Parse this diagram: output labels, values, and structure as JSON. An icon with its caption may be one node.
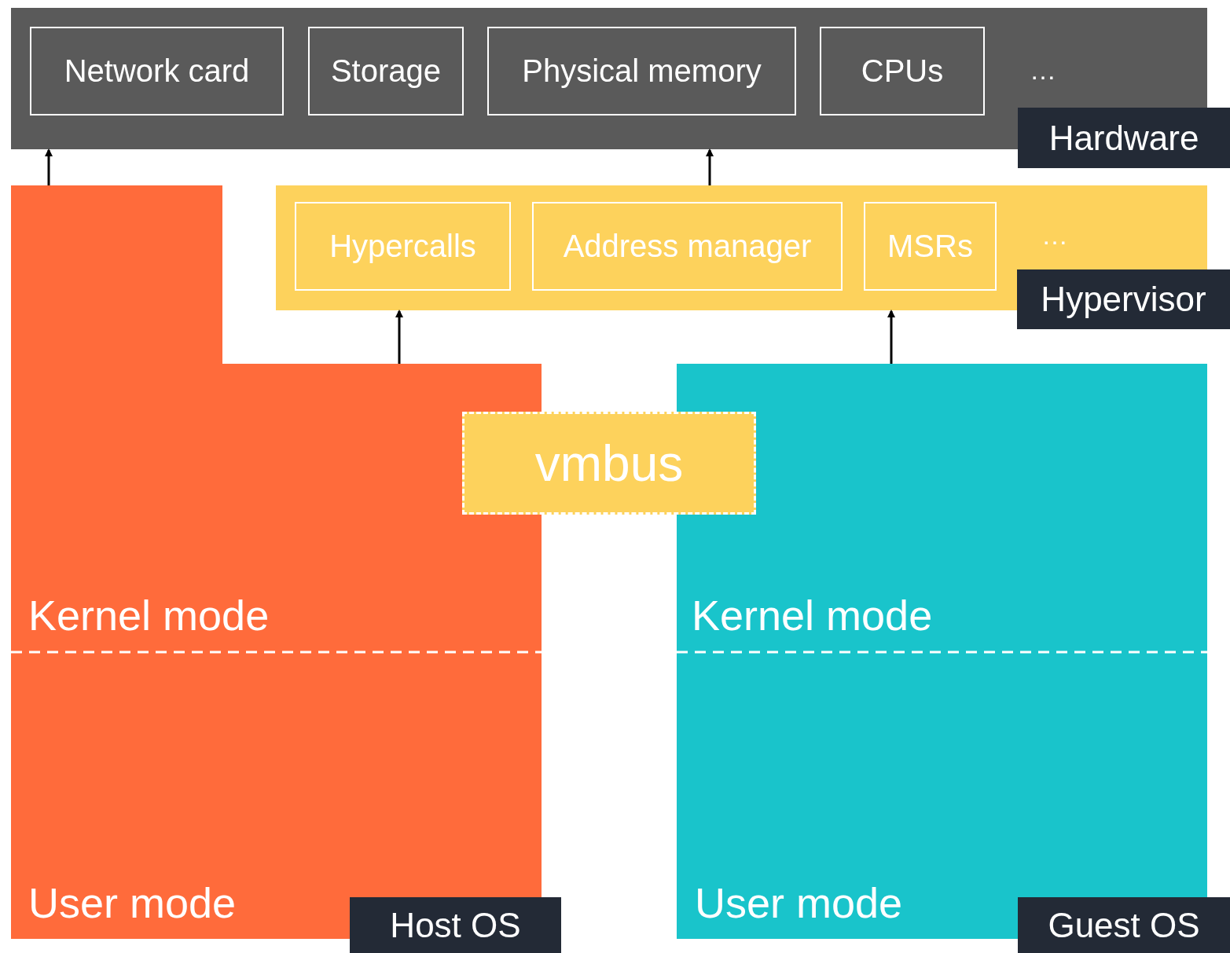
{
  "diagram": {
    "nodes": [
      {
        "text": [
          "…",
          "Hardware"
        ]
      },
      {
        "text": [
          "Network card"
        ],
        "in": 0
      },
      {
        "text": [
          "Storage"
        ],
        "in": 0
      },
      {
        "text": [
          "Physical memory"
        ],
        "in": 0
      },
      {
        "text": [
          "CPUs"
        ],
        "in": 0
      },
      {
        "text": [
          "…",
          "Hypervisor"
        ]
      },
      {
        "text": [
          "Hypercalls"
        ],
        "in": 5
      },
      {
        "text": [
          "Address manager"
        ],
        "in": 5
      },
      {
        "text": [
          "MSRs"
        ],
        "in": 5
      },
      {
        "text": [
          "Kernel mode",
          "User mode",
          "Host OS"
        ]
      },
      {
        "text": [
          "vmbus"
        ]
      },
      {
        "text": [
          "Kernel mode",
          "User mode",
          "Guest OS"
        ]
      }
    ],
    "edges": [
      {
        "from": 9,
        "to": 0,
        "arrow": "to"
      },
      {
        "from": 5,
        "to": 0,
        "arrow": "to"
      },
      {
        "from": 9,
        "to": 5,
        "arrow": "to"
      },
      {
        "from": 11,
        "to": 5,
        "arrow": "to"
      }
    ]
  }
}
